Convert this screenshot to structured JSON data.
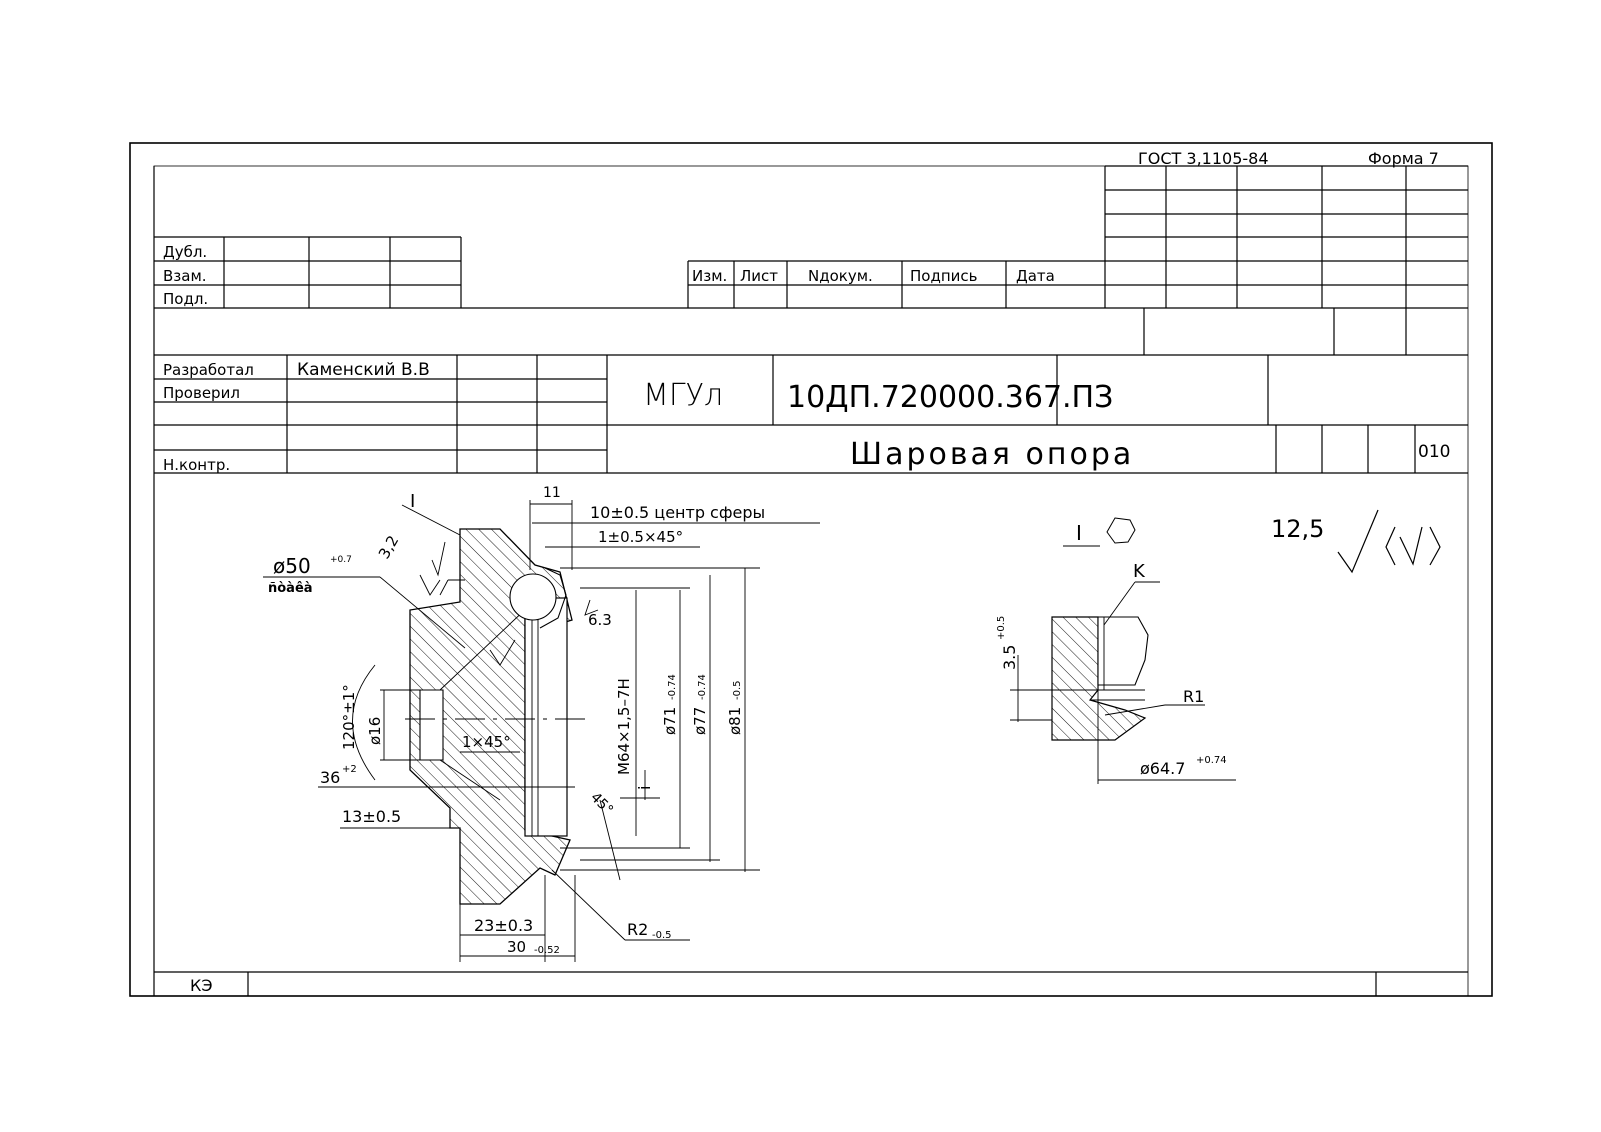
{
  "form_header": {
    "gost": "ГОСТ 3,1105-84",
    "form": "Форма 7"
  },
  "left_stamp": {
    "rows": [
      "Дубл.",
      "Взам.",
      "Подл."
    ]
  },
  "rev_header": {
    "izm": "Изм.",
    "list": "Лист",
    "ndoc": "Nдокум.",
    "sign": "Подпись",
    "date": "Дата"
  },
  "title_block": {
    "developed_label": "Разработал",
    "developer": "Каменский В.В",
    "checked_label": "Проверил",
    "norm_control_label": "Н.контр.",
    "org": "МГУл",
    "doc_code": "10ДП.720000.367.ПЗ",
    "part_name": "Шаровая опора",
    "op_number": "010"
  },
  "footer": {
    "code": "КЭ"
  },
  "drawing": {
    "section_mark": "I",
    "dim_11": "11",
    "sphere_center": "10±0.5 центр сферы",
    "chamfer_top": "1±0.5×45°",
    "dia50": "ø50",
    "dia50_tol": "+0.7",
    "dia50_garbled": "ñòàêà",
    "rough32": "3,2",
    "rough63": "6.3",
    "thread": "M64×1,5–7H",
    "dia71": "ø71",
    "dia71_tol": "-0.74",
    "dia77": "ø77",
    "dia77_tol": "-0.74",
    "dia81": "ø81",
    "dia81_tol": "-0.5",
    "angle120": "120°±1°",
    "dia16": "ø16",
    "chamfer_inner": "1×45°",
    "angle36": "36",
    "angle36_tol": "+2",
    "dim13": "13±0.5",
    "angle45": "45°",
    "dim23": "23±0.3",
    "dim30": "30",
    "dim30_tol": "-0.52",
    "r2": "R2",
    "r2_tol": "-0.5",
    "small_i": "i",
    "detail_label": "I",
    "roughness_general": "12,5",
    "k_label": "K",
    "dim35": "3.5",
    "dim35_tol": "+0.5",
    "r1": "R1",
    "dia647": "ø64.7",
    "dia647_tol": "+0.74"
  }
}
